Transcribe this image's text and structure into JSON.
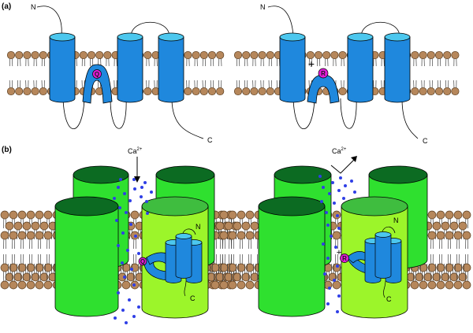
{
  "panel_a": {
    "label": "(a)",
    "n_terminus": "N",
    "c_terminus": "C",
    "left_residue": "Q",
    "right_residue": "R",
    "charge": "+"
  },
  "panel_b": {
    "label": "(b)",
    "ion": "Ca",
    "ion_charge": "2+",
    "n_terminus": "N",
    "c_terminus": "C",
    "left_residue": "Q",
    "right_residue": "R",
    "charge": "+"
  },
  "colors": {
    "helix": "#1f88dd",
    "helix_top": "#4cc7ee",
    "lipid_head": "#b6875b",
    "residue": "#e21bd8",
    "channel_dark": "#2fe02f",
    "channel_light": "#9cf52a",
    "channel_cap": "#0c6b22",
    "channel_cap_light": "#3fbd3f",
    "ion_dot": "#2f3fe6"
  }
}
